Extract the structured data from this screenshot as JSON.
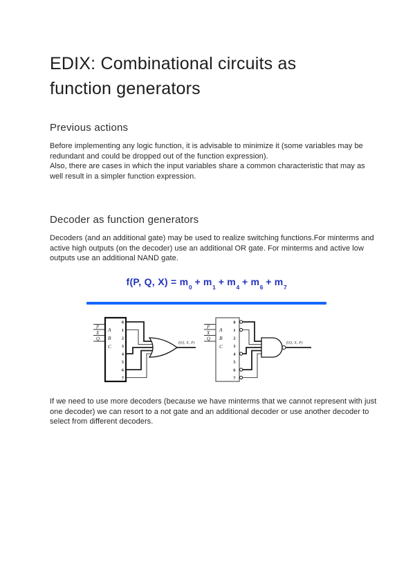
{
  "title": {
    "line1": "EDIX: Combinational circuits as",
    "line2": "function generators"
  },
  "sections": [
    {
      "heading": "Previous actions",
      "lines": [
        "Before implementing any logic function, it is advisable to minimize it (some variables may be redundant and could be dropped out of the function expression).",
        "Also, there are cases in which the input variables share a common characteristic that may as well result in a simpler function expression."
      ]
    },
    {
      "heading": "Decoder as function generators",
      "lines": [
        "Decoders (and an additional gate) may be used to realize switching functions.For minterms and active high outputs (on the decoder) use an additional OR gate. For minterms and active low outputs use an additional NAND gate."
      ]
    }
  ],
  "closing_paragraph": "If we need to use more decoders (because we have minterms that we cannot represent with just one decoder) we can resort to a not gate and an additional decoder or use another decoder to select from different decoders.",
  "formula": {
    "lhs": "f(P, Q, X) = ",
    "plus": "+",
    "terms": [
      {
        "base": "m",
        "sub": "0"
      },
      {
        "base": "m",
        "sub": "1"
      },
      {
        "base": "m",
        "sub": "4"
      },
      {
        "base": "m",
        "sub": "6"
      },
      {
        "base": "m",
        "sub": "7"
      }
    ]
  },
  "figure": {
    "minterms": [
      0,
      1,
      4,
      6,
      7
    ],
    "left": {
      "gate": "OR",
      "inputs": [
        "P",
        "X",
        "Q"
      ],
      "selects": [
        "A",
        "B",
        "C"
      ],
      "outputs": [
        "0",
        "1",
        "2",
        "3",
        "4",
        "5",
        "6",
        "7"
      ],
      "output_label": "f(Q, X, P)"
    },
    "right": {
      "gate": "NAND",
      "inputs": [
        "P",
        "X",
        "Q"
      ],
      "selects": [
        "A",
        "B",
        "C"
      ],
      "outputs": [
        "0",
        "1",
        "2",
        "3",
        "4",
        "5",
        "6",
        "7"
      ],
      "output_label": "f(Q, X, P)"
    }
  },
  "colors": {
    "formula_blue": "#2233bb",
    "rule_blue": "#1467fd",
    "text": "#262626"
  }
}
